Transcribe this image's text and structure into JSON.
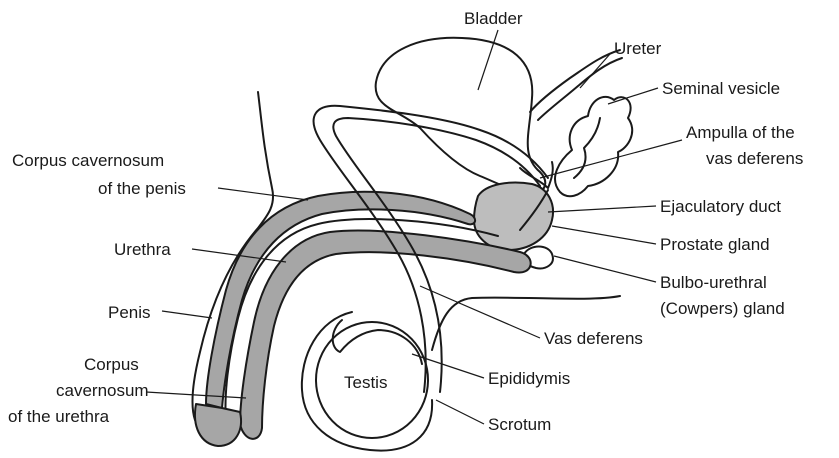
{
  "colors": {
    "tissue_gray": "#a6a6a6",
    "gland_gray": "#bdbdbd",
    "line": "#1a1a1a",
    "background": "#ffffff"
  },
  "labels": {
    "bladder": "Bladder",
    "ureter": "Ureter",
    "seminal_vesicle": "Seminal vesicle",
    "ampulla_line1": "Ampulla of the",
    "ampulla_line2": "vas deferens",
    "corpus_penis_line1": "Corpus cavernosum",
    "corpus_penis_line2": "of the penis",
    "ejaculatory_duct": "Ejaculatory duct",
    "urethra": "Urethra",
    "prostate_gland": "Prostate gland",
    "bulbo_line1": "Bulbo-urethral",
    "bulbo_line2": "(Cowpers) gland",
    "penis": "Penis",
    "vas_deferens": "Vas deferens",
    "corpus_urethra_line1": "Corpus",
    "corpus_urethra_line2": "cavernosum",
    "corpus_urethra_line3": "of the urethra",
    "testis": "Testis",
    "epididymis": "Epididymis",
    "scrotum": "Scrotum"
  }
}
